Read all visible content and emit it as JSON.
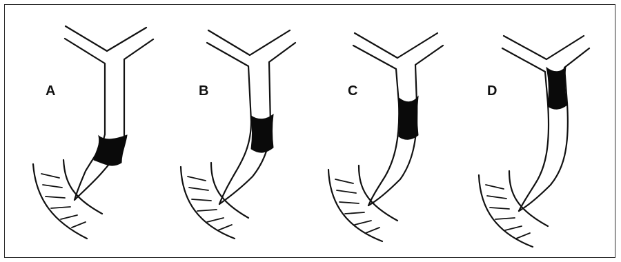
{
  "figure": {
    "panels": [
      {
        "letter": "A",
        "lesion_position": "distal"
      },
      {
        "letter": "B",
        "lesion_position": "lower-mid"
      },
      {
        "letter": "C",
        "lesion_position": "upper-mid"
      },
      {
        "letter": "D",
        "lesion_position": "proximal"
      }
    ]
  }
}
